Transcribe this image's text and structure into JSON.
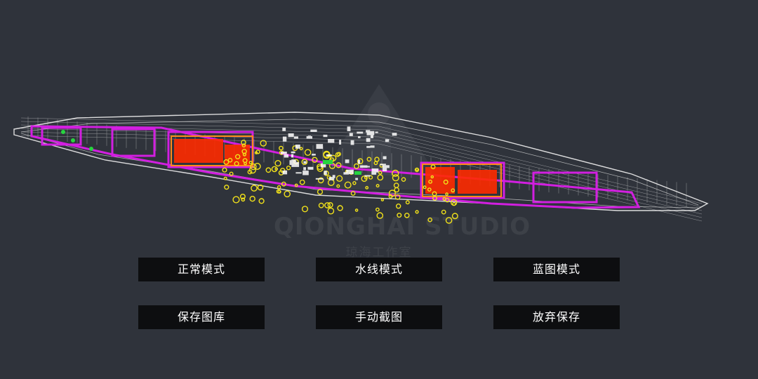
{
  "watermark": {
    "brand": "QIONGHAI STUDIO",
    "sub": "琼海工作室"
  },
  "viewport": {
    "subject": "ship-wireframe-model",
    "colors": {
      "background": "#2f333b",
      "wire": "#e6e6e6",
      "magenta": "#d21fe0",
      "yellow": "#f2e21a",
      "red": "#ff2a00",
      "orange": "#ff8a1a",
      "green": "#27d43f"
    }
  },
  "buttons": {
    "normal_mode": "正常模式",
    "waterline_mode": "水线模式",
    "blueprint_mode": "蓝图模式",
    "save_gallery": "保存图库",
    "manual_screenshot": "手动截图",
    "discard_save": "放弃保存"
  },
  "colors": {
    "button_bg": "#0d0e10",
    "button_text": "#ffffff"
  }
}
